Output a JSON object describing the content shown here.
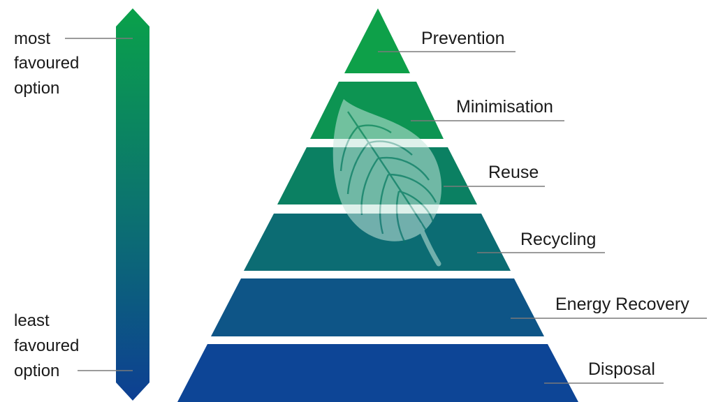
{
  "scale": {
    "top_label": [
      "most",
      "favoured",
      "option"
    ],
    "bottom_label": [
      "least",
      "favoured",
      "option"
    ],
    "top_color": "#0aa14a",
    "bottom_color": "#0d3f93"
  },
  "pyramid": {
    "tiers": [
      {
        "label": "Prevention",
        "color": "#0ea049"
      },
      {
        "label": "Minimisation",
        "color": "#0d9452"
      },
      {
        "label": "Reuse",
        "color": "#0b8062"
      },
      {
        "label": "Recycling",
        "color": "#0c6c73"
      },
      {
        "label": "Energy Recovery",
        "color": "#0e5587"
      },
      {
        "label": "Disposal",
        "color": "#0d4596"
      }
    ],
    "icon": "leaf-icon"
  }
}
